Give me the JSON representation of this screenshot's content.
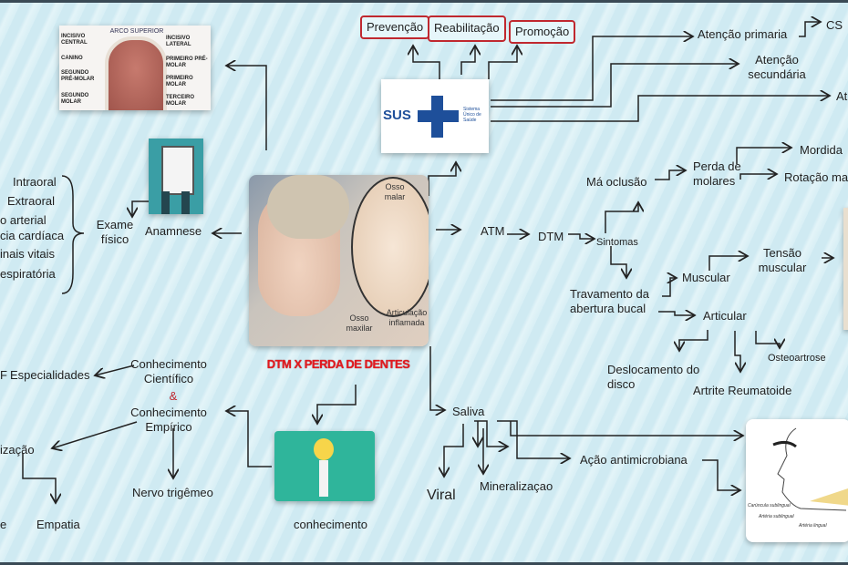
{
  "central": {
    "title": "DTM X PERDA DE DENTES",
    "labels": {
      "osso_malar": "Osso malar",
      "osso_maxilar": "Osso maxilar",
      "articulacao": "Articulação inflamada"
    }
  },
  "teeth_image": {
    "title": "ARCO SUPERIOR",
    "labels": [
      "INCISIVO CENTRAL",
      "CANINO",
      "SEGUNDO PRÉ-MOLAR",
      "SEGUNDO MOLAR",
      "INCISIVO LATERAL",
      "PRIMEIRO PRÉ-MOLAR",
      "PRIMEIRO MOLAR",
      "TERCEIRO MOLAR"
    ]
  },
  "sus": {
    "logo": "SUS",
    "subtitle": "Sistema Único de Saúde",
    "goals": [
      "Prevenção",
      "Reabilitação",
      "Promoção"
    ],
    "levels": [
      "Atenção primaria",
      "Atenção secundária",
      "At"
    ],
    "cs": "CS"
  },
  "atm": {
    "atm": "ATM",
    "dtm": "DTM",
    "sintomas": "Sintomas",
    "ma_oclusao": "Má oclusão",
    "perda_molares": "Perda de molares",
    "mordida": "Mordida",
    "rotacao": "Rotação ma",
    "travamento": "Travamento da abertura bucal",
    "muscular": "Muscular",
    "tensao": "Tensão muscular",
    "articular": "Articular",
    "osteoartrose": "Osteoartrose",
    "deslocamento": "Deslocamento do disco",
    "artrite": "Artrite Reumatoide"
  },
  "saliva": {
    "saliva": "Saliva",
    "acao": "Ação antimicrobiana",
    "mineralizacao": "Mineralizaçao",
    "viral": "Viral",
    "face_labels": [
      "Carúncula sublingual",
      "Artéria sublingual",
      "Artéria lingual"
    ]
  },
  "anamnese": {
    "anamnese": "Anamnese",
    "exame": "Exame físico",
    "items": [
      "Intraoral",
      "Extraoral",
      "o arterial",
      "cia cardíaca",
      "inais vitais",
      "espiratória"
    ]
  },
  "conhecimento": {
    "cientifico": "Conhecimento Científico",
    "amp": "&",
    "empirico": "Conhecimento Empírico",
    "especialidades": "Especialidades",
    "f": "F",
    "izacao": "ização",
    "nervo": "Nervo trigêmeo",
    "e": "e",
    "empatia": "Empatia",
    "caption": "conhecimento"
  }
}
